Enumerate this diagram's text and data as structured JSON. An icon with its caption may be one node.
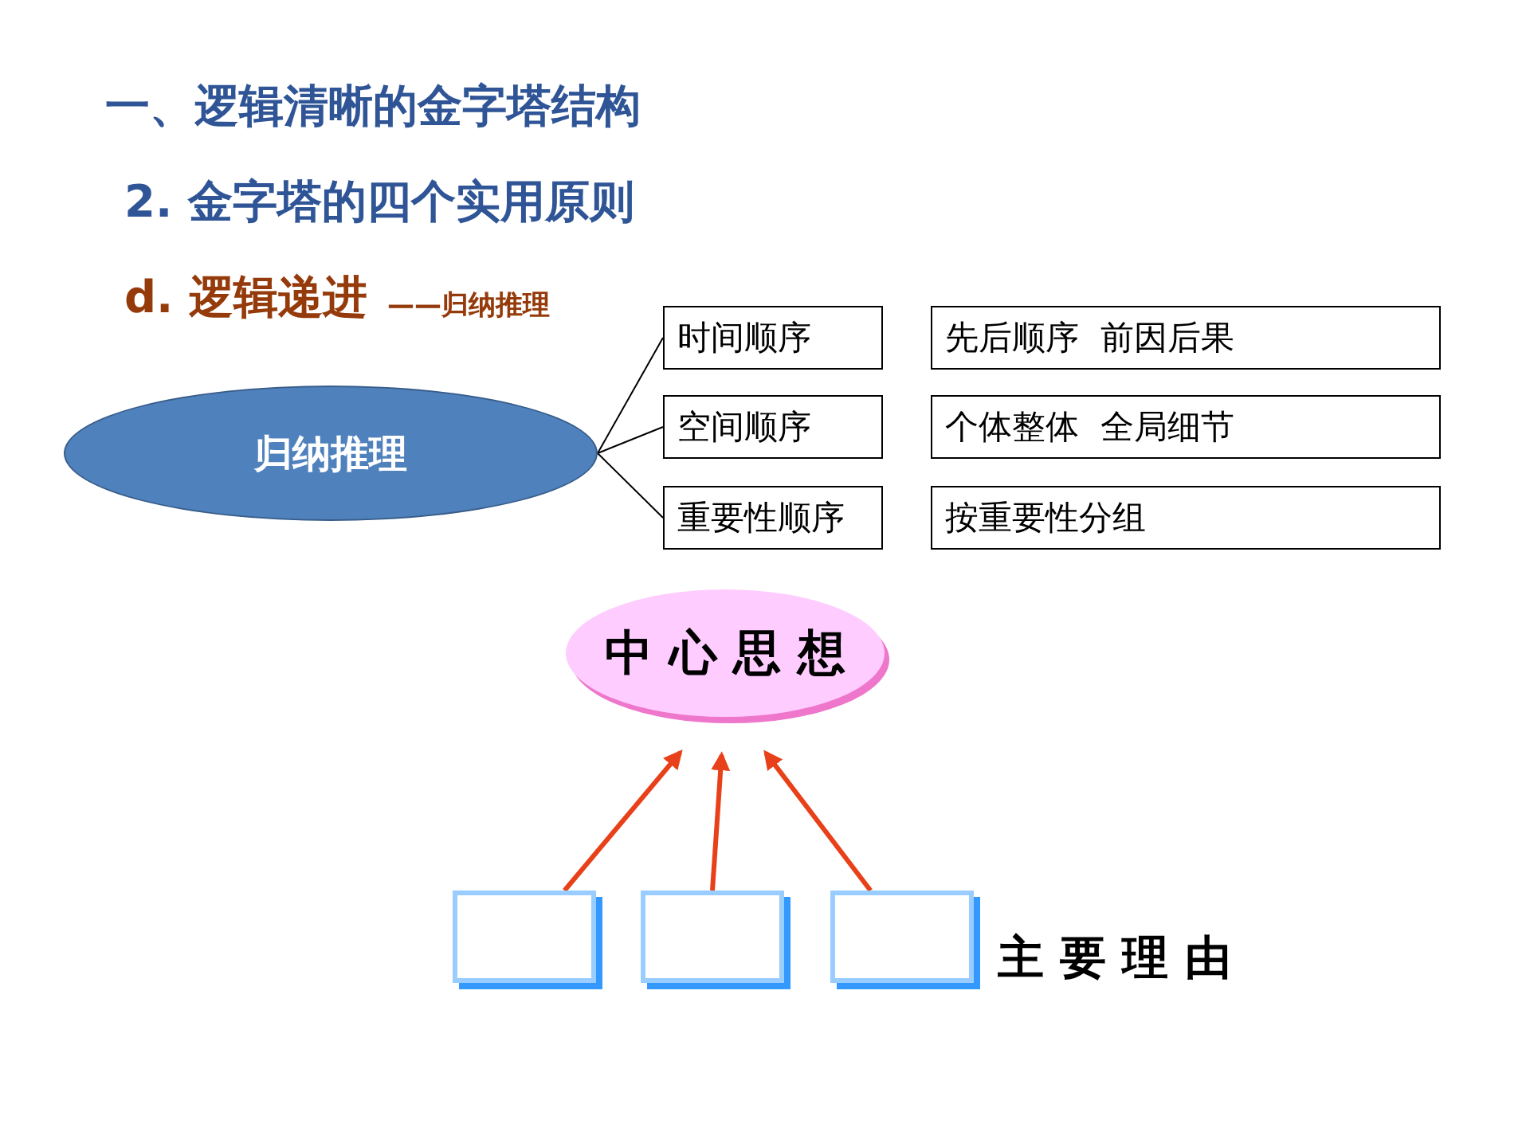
{
  "diagram": {
    "title": "一、逻辑清晰的金字塔结构",
    "nodes": [
      {
        "text": [
          "归纳推理"
        ]
      },
      {
        "text": [
          "时间顺序"
        ]
      },
      {
        "text": [
          "空间顺序"
        ]
      },
      {
        "text": [
          "重要性顺序"
        ]
      },
      {
        "text": [
          "先后顺序  前因后果"
        ]
      },
      {
        "text": [
          "个体整体  全局细节"
        ]
      },
      {
        "text": [
          "按重要性分组"
        ]
      },
      {
        "text": [
          "中 心 思 想"
        ]
      },
      {
        "text": [],
        "shape": "box"
      },
      {
        "text": [],
        "shape": "box"
      },
      {
        "text": [],
        "shape": "box"
      }
    ],
    "edges": [
      {
        "from": 0,
        "to": 1,
        "arrow": "none",
        "color": "#000000"
      },
      {
        "from": 0,
        "to": 2,
        "arrow": "none",
        "color": "#000000"
      },
      {
        "from": 0,
        "to": 3,
        "arrow": "none",
        "color": "#000000"
      },
      {
        "from": 8,
        "to": 7,
        "arrow": "to",
        "style": "thick",
        "color": "#e8411a"
      },
      {
        "from": 9,
        "to": 7,
        "arrow": "to",
        "style": "thick",
        "color": "#e8411a"
      },
      {
        "from": 10,
        "to": 7,
        "arrow": "to",
        "style": "thick",
        "color": "#e8411a"
      }
    ],
    "labels": [
      "2. 金字塔的四个实用原则",
      "d. 逻辑递进",
      "——归纳推理",
      "主 要 理 由"
    ]
  }
}
